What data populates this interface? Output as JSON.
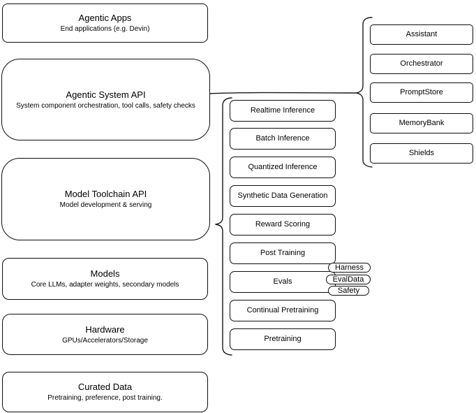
{
  "stack_layers": [
    {
      "title": "Agentic Apps",
      "subtitle": "End applications (e.g. Devin)"
    },
    {
      "title": "Agentic System API",
      "subtitle": "System component orchestration, tool calls, safety checks"
    },
    {
      "title": "Model Toolchain API",
      "subtitle": "Model development & serving"
    },
    {
      "title": "Models",
      "subtitle": "Core LLMs, adapter weights, secondary models"
    },
    {
      "title": "Hardware",
      "subtitle": "GPUs/Accelerators/Storage"
    },
    {
      "title": "Curated Data",
      "subtitle": "Pretraining, preference, post training."
    }
  ],
  "toolchain_items": [
    "Realtime Inference",
    "Batch Inference",
    "Quantized Inference",
    "Synthetic Data Generation",
    "Reward Scoring",
    "Post Training",
    "Evals",
    "Continual Pretraining",
    "Pretraining"
  ],
  "evals_tags": [
    "Harness",
    "EvalData",
    "Safety"
  ],
  "system_components": [
    "Assistant",
    "Orchestrator",
    "PromptStore",
    "MemoryBank",
    "Shields"
  ],
  "colors": {
    "stroke": "#000000",
    "box_fill": "#ffffff",
    "background": "#ffffff",
    "text": "#000000"
  }
}
